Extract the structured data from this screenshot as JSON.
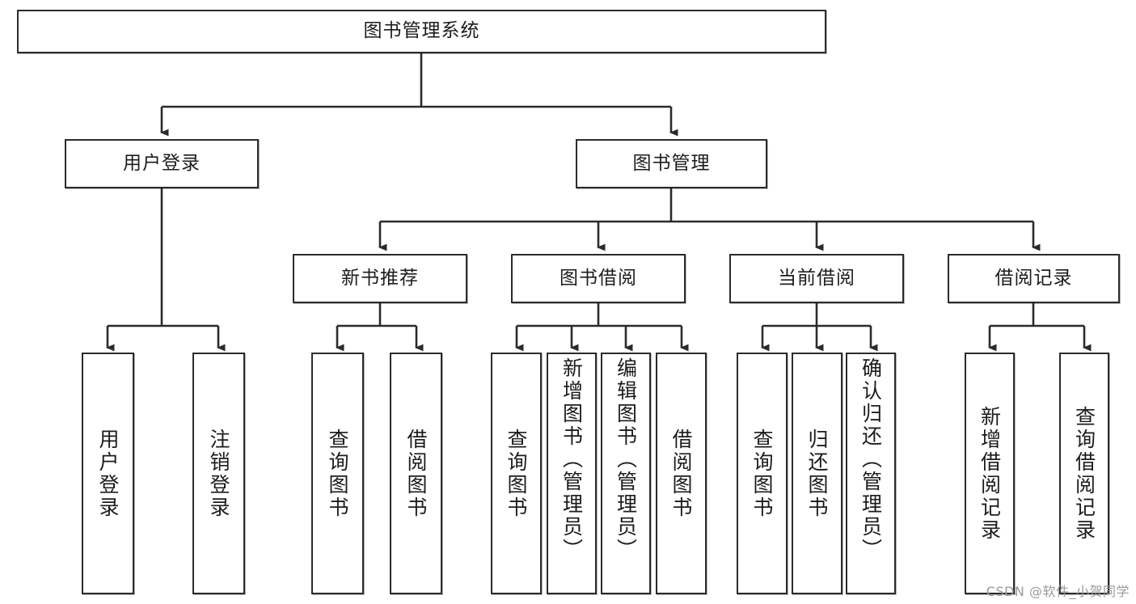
{
  "diagram": {
    "type": "hierarchy-tree",
    "title": "图书管理系统",
    "watermark": "CSDN @软件_小贺同学",
    "colors": {
      "box_border": "#2b2b2b",
      "box_fill": "#ffffff",
      "edge": "#2b2b2b",
      "text": "#1c1c1c",
      "watermark": "#9a9a9a"
    },
    "root": {
      "id": "root",
      "label": "图书管理系统"
    },
    "level1": [
      {
        "id": "user-login",
        "label": "用户登录"
      },
      {
        "id": "book-manage",
        "label": "图书管理"
      }
    ],
    "level2": [
      {
        "id": "new-book-recommend",
        "label": "新书推荐",
        "parent": "book-manage"
      },
      {
        "id": "book-borrow",
        "label": "图书借阅",
        "parent": "book-manage"
      },
      {
        "id": "current-borrow",
        "label": "当前借阅",
        "parent": "book-manage"
      },
      {
        "id": "borrow-record",
        "label": "借阅记录",
        "parent": "book-manage"
      }
    ],
    "leaves": {
      "user_login": [
        {
          "id": "leaf-user-login",
          "label": "用户登录"
        },
        {
          "id": "leaf-logout-login",
          "label": "注销登录"
        }
      ],
      "new_book_recommend": [
        {
          "id": "leaf-query-book-1",
          "label": "查询图书"
        },
        {
          "id": "leaf-borrow-book-1",
          "label": "借阅图书"
        }
      ],
      "book_borrow": [
        {
          "id": "leaf-query-book-2",
          "label": "查询图书"
        },
        {
          "id": "leaf-add-book",
          "label": "新增图书（管理员）"
        },
        {
          "id": "leaf-edit-book",
          "label": "编辑图书（管理员）"
        },
        {
          "id": "leaf-borrow-book-2",
          "label": "借阅图书"
        }
      ],
      "current_borrow": [
        {
          "id": "leaf-query-book-3",
          "label": "查询图书"
        },
        {
          "id": "leaf-return-book",
          "label": "归还图书"
        },
        {
          "id": "leaf-confirm-return",
          "label": "确认归还（管理员）"
        }
      ],
      "borrow_record": [
        {
          "id": "leaf-add-record",
          "label": "新增借阅记录"
        },
        {
          "id": "leaf-query-record",
          "label": "查询借阅记录"
        }
      ]
    }
  }
}
